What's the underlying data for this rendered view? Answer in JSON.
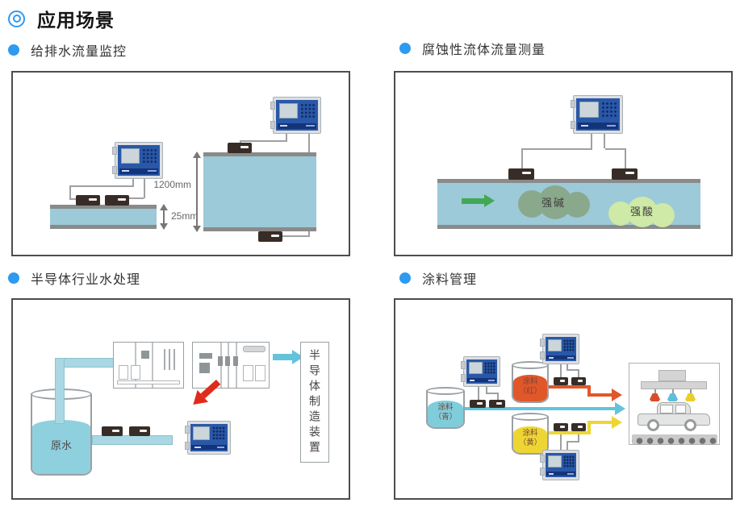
{
  "header": {
    "title": "应用场景"
  },
  "sections": [
    {
      "label": "给排水流量监控"
    },
    {
      "label": "腐蚀性流体流量测量"
    },
    {
      "label": "半导体行业水处理"
    },
    {
      "label": "涂料管理"
    }
  ],
  "panel_water": {
    "dim_large": "1200mm",
    "dim_small": "25mm"
  },
  "panel_corrosive": {
    "alkali": "强碱",
    "acid": "强酸"
  },
  "panel_semiconductor": {
    "tank": "原水",
    "equipment": "半导体制造装置"
  },
  "panel_paint": {
    "tank_cyan": {
      "l1": "涂料",
      "l2": "（青）"
    },
    "tank_red": {
      "l1": "涂料",
      "l2": "（红）"
    },
    "tank_yellow": {
      "l1": "涂料",
      "l2": "（黄）"
    }
  },
  "colors": {
    "accent_blue": "#2e9af0",
    "device_blue": "#2a58a8",
    "device_band_blue": "#14347a",
    "pipe_blue": "#9ccad8",
    "rail_gray": "#8a8a8a",
    "bright_pipe": "#a9d7e3",
    "water_cyan": "#8fd0de",
    "green_arrow": "#43a854",
    "alkali_green": "#8aa98c",
    "acid_green": "#cfe9a6",
    "red_accent": "#e02b1a",
    "paint_red": "#e0572a",
    "paint_yellow": "#edd634",
    "paint_cyan": "#7fccdb",
    "line_cyan": "#63c3dc"
  }
}
